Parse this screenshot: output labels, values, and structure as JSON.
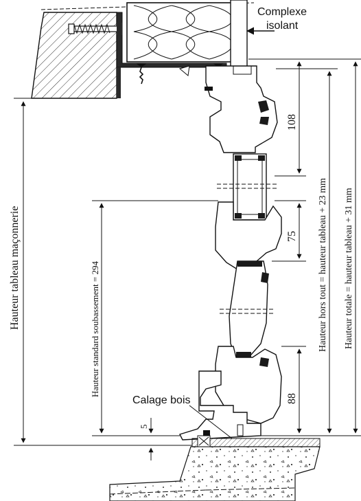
{
  "labels": {
    "insulation_line1": "Complexe",
    "insulation_line2": "isolant",
    "masonry_height": "Hauteur tableau maçonnerie",
    "sill_height": "Hauteur standard soubassement = 294",
    "overall_height": "Hauteur hors tout = hauteur tableau + 23 mm",
    "total_height": "Hauteur totale = hauteur tableau + 31 mm",
    "wood_shim": "Calage bois"
  },
  "dimensions": {
    "top_slat": "108",
    "mid_slat": "75",
    "bottom_slat": "88",
    "gap": "5"
  },
  "colors": {
    "ink": "#111111",
    "hatch": "#333333",
    "paper": "#ffffff"
  }
}
